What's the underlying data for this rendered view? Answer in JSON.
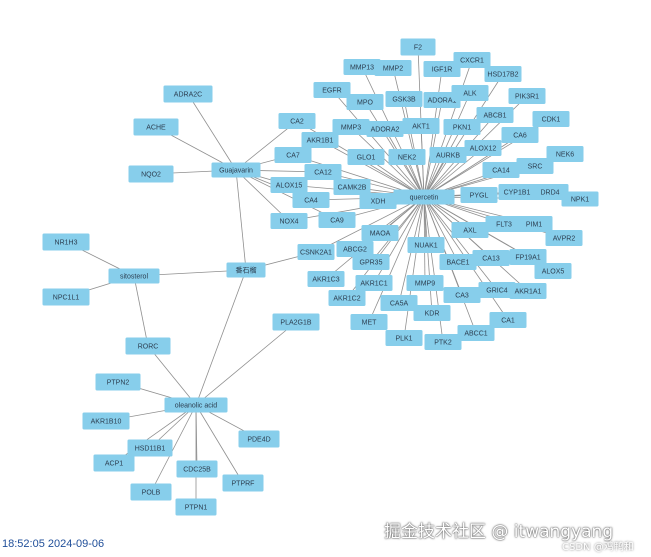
{
  "nodes": [
    {
      "id": "quercetin",
      "label": "quercetin",
      "hub": true
    },
    {
      "id": "guajavarin",
      "label": "Guajavarin",
      "hub": true
    },
    {
      "id": "sitosterol",
      "label": "sitosterol",
      "hub": true
    },
    {
      "id": "oleanolic",
      "label": "oleanolic acid",
      "hub": true
    },
    {
      "id": "center",
      "label": "番石榴",
      "hub": true
    },
    {
      "id": "ADRA2C",
      "label": "ADRA2C"
    },
    {
      "id": "ACHE",
      "label": "ACHE"
    },
    {
      "id": "NQO2",
      "label": "NQO2"
    },
    {
      "id": "NR1H3",
      "label": "NR1H3"
    },
    {
      "id": "NPC1L1",
      "label": "NPC1L1"
    },
    {
      "id": "RORC",
      "label": "RORC"
    },
    {
      "id": "PLA2G1B",
      "label": "PLA2G1B"
    },
    {
      "id": "PTPN2",
      "label": "PTPN2"
    },
    {
      "id": "AKR1B10",
      "label": "AKR1B10"
    },
    {
      "id": "HSD11B1",
      "label": "HSD11B1"
    },
    {
      "id": "ACP1",
      "label": "ACP1"
    },
    {
      "id": "CDC25B",
      "label": "CDC25B"
    },
    {
      "id": "POLB",
      "label": "POLB"
    },
    {
      "id": "PTPN1",
      "label": "PTPN1"
    },
    {
      "id": "PTPRF",
      "label": "PTPRF"
    },
    {
      "id": "PDE4D",
      "label": "PDE4D"
    },
    {
      "id": "F2",
      "label": "F2"
    },
    {
      "id": "MMP13",
      "label": "MMP13"
    },
    {
      "id": "MMP2",
      "label": "MMP2"
    },
    {
      "id": "IGF1R",
      "label": "IGF1R"
    },
    {
      "id": "CXCR1",
      "label": "CXCR1"
    },
    {
      "id": "EGFR",
      "label": "EGFR"
    },
    {
      "id": "MPO",
      "label": "MPO"
    },
    {
      "id": "GSK3B",
      "label": "GSK3B"
    },
    {
      "id": "ADORA1",
      "label": "ADORA1"
    },
    {
      "id": "ALK",
      "label": "ALK"
    },
    {
      "id": "HSD17B2",
      "label": "HSD17B2"
    },
    {
      "id": "PIK3R1",
      "label": "PIK3R1"
    },
    {
      "id": "ABCB1",
      "label": "ABCB1"
    },
    {
      "id": "CA2",
      "label": "CA2"
    },
    {
      "id": "AKR1B1",
      "label": "AKR1B1"
    },
    {
      "id": "MMP3",
      "label": "MMP3"
    },
    {
      "id": "ADORA2",
      "label": "ADORA2"
    },
    {
      "id": "AKT1",
      "label": "AKT1"
    },
    {
      "id": "PKN1",
      "label": "PKN1"
    },
    {
      "id": "CDK1",
      "label": "CDK1"
    },
    {
      "id": "CA6",
      "label": "CA6"
    },
    {
      "id": "CA7",
      "label": "CA7"
    },
    {
      "id": "GLO1",
      "label": "GLO1"
    },
    {
      "id": "NEK2",
      "label": "NEK2"
    },
    {
      "id": "AURKB",
      "label": "AURKB"
    },
    {
      "id": "ALOX12",
      "label": "ALOX12"
    },
    {
      "id": "NEK6",
      "label": "NEK6"
    },
    {
      "id": "CA12",
      "label": "CA12"
    },
    {
      "id": "CA14",
      "label": "CA14"
    },
    {
      "id": "SRC",
      "label": "SRC"
    },
    {
      "id": "ALOX15",
      "label": "ALOX15"
    },
    {
      "id": "CAMK2B",
      "label": "CAMK2B"
    },
    {
      "id": "PYGL",
      "label": "PYGL"
    },
    {
      "id": "CYP1B1",
      "label": "CYP1B1"
    },
    {
      "id": "DRD4",
      "label": "DRD4"
    },
    {
      "id": "CA4",
      "label": "CA4"
    },
    {
      "id": "XDH",
      "label": "XDH"
    },
    {
      "id": "NPK1",
      "label": "NPK1"
    },
    {
      "id": "NOX4",
      "label": "NOX4"
    },
    {
      "id": "CA9",
      "label": "CA9"
    },
    {
      "id": "PIM1",
      "label": "PIM1"
    },
    {
      "id": "MAOA",
      "label": "MAOA"
    },
    {
      "id": "AXL",
      "label": "AXL"
    },
    {
      "id": "FLT3",
      "label": "FLT3"
    },
    {
      "id": "AVPR2",
      "label": "AVPR2"
    },
    {
      "id": "CSNK2A1",
      "label": "CSNK2A1"
    },
    {
      "id": "ABCG2",
      "label": "ABCG2"
    },
    {
      "id": "NUAK1",
      "label": "NUAK1"
    },
    {
      "id": "CA13",
      "label": "CA13"
    },
    {
      "id": "FP19A1",
      "label": "FP19A1"
    },
    {
      "id": "GPR35",
      "label": "GPR35"
    },
    {
      "id": "BACE1",
      "label": "BACE1"
    },
    {
      "id": "ALOX5",
      "label": "ALOX5"
    },
    {
      "id": "AKR1C3",
      "label": "AKR1C3"
    },
    {
      "id": "AKR1C1",
      "label": "AKR1C1"
    },
    {
      "id": "MMP9",
      "label": "MMP9"
    },
    {
      "id": "GRIC4",
      "label": "GRIC4"
    },
    {
      "id": "AKR1A1",
      "label": "AKR1A1"
    },
    {
      "id": "AKR1C2",
      "label": "AKR1C2"
    },
    {
      "id": "CA3",
      "label": "CA3"
    },
    {
      "id": "CA5A",
      "label": "CA5A"
    },
    {
      "id": "KDR",
      "label": "KDR"
    },
    {
      "id": "MET",
      "label": "MET"
    },
    {
      "id": "CA1",
      "label": "CA1"
    },
    {
      "id": "ABCC1",
      "label": "ABCC1"
    },
    {
      "id": "PLK1",
      "label": "PLK1"
    },
    {
      "id": "PTK2",
      "label": "PTK2"
    }
  ],
  "footer": {
    "timestamp": "18:52:05 2024-09-06",
    "watermark": "掘金技术社区 @ itwangyang",
    "csdn": "CSDN @鸡鸭和"
  },
  "colors": {
    "node_fill": "#87CEEB",
    "edge": "#8f8f8f",
    "label": "#2c3e50",
    "timestamp": "#1f4e99"
  }
}
